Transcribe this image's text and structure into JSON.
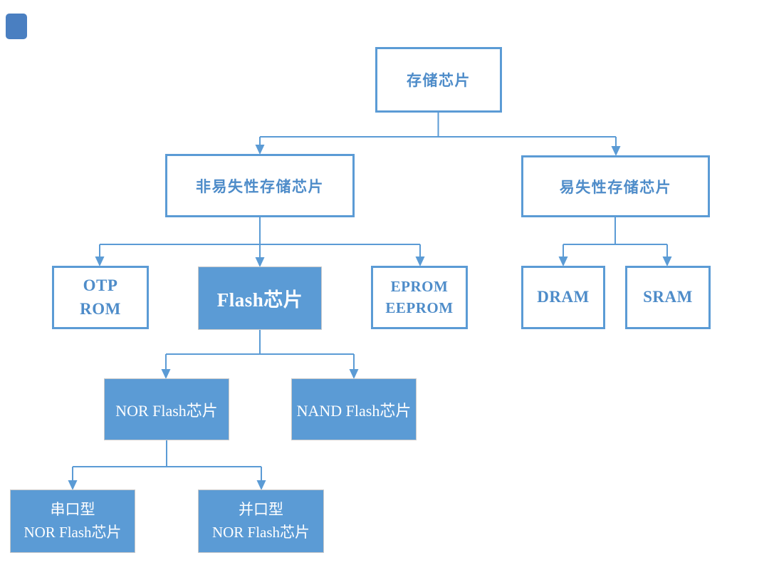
{
  "diagram": {
    "type": "tree-flowchart",
    "colors": {
      "accent_blue": "#5B9BD5",
      "node_text_blue": "#4E8CC9",
      "filled_node_text": "#FFFFFF",
      "filled_node_border": "#C9C9C9",
      "corner_square": "#4A7FC1"
    },
    "nodes": {
      "root": {
        "label": "存储芯片",
        "style": "outlined"
      },
      "nonvolatile": {
        "label": "非易失性存储芯片",
        "style": "outlined"
      },
      "volatile": {
        "label": "易失性存储芯片",
        "style": "outlined"
      },
      "otp_rom": {
        "label": "OTP\nROM",
        "style": "outlined"
      },
      "flash": {
        "label": "Flash芯片",
        "style": "filled"
      },
      "eprom_eeprom": {
        "label": "EPROM\nEEPROM",
        "style": "outlined"
      },
      "dram": {
        "label": "DRAM",
        "style": "outlined"
      },
      "sram": {
        "label": "SRAM",
        "style": "outlined"
      },
      "nor_flash": {
        "label": "NOR Flash芯片",
        "style": "filled"
      },
      "nand_flash": {
        "label": "NAND Flash芯片",
        "style": "filled"
      },
      "serial_nor": {
        "label": "串口型\nNOR Flash芯片",
        "style": "filled"
      },
      "parallel_nor": {
        "label": "并口型\nNOR Flash芯片",
        "style": "filled"
      }
    },
    "hierarchy": [
      {
        "parent": "存储芯片",
        "children": [
          "非易失性存储芯片",
          "易失性存储芯片"
        ]
      },
      {
        "parent": "非易失性存储芯片",
        "children": [
          "OTP ROM",
          "Flash芯片",
          "EPROM EEPROM"
        ]
      },
      {
        "parent": "易失性存储芯片",
        "children": [
          "DRAM",
          "SRAM"
        ]
      },
      {
        "parent": "Flash芯片",
        "children": [
          "NOR Flash芯片",
          "NAND Flash芯片"
        ]
      },
      {
        "parent": "NOR Flash芯片",
        "children": [
          "串口型 NOR Flash芯片",
          "并口型 NOR Flash芯片"
        ]
      }
    ]
  }
}
